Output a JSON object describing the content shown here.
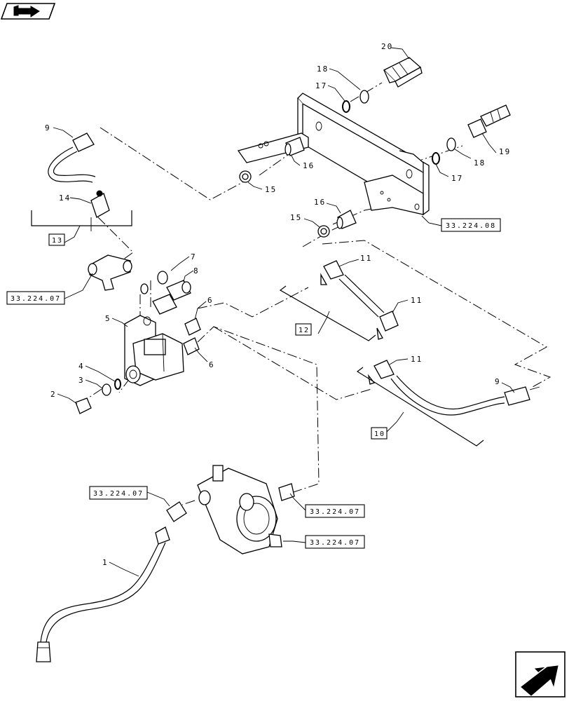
{
  "callouts": [
    {
      "id": "c1",
      "text": "1"
    },
    {
      "id": "c2",
      "text": "2"
    },
    {
      "id": "c3",
      "text": "3"
    },
    {
      "id": "c4",
      "text": "4"
    },
    {
      "id": "c5",
      "text": "5"
    },
    {
      "id": "c6a",
      "text": "6"
    },
    {
      "id": "c6b",
      "text": "6"
    },
    {
      "id": "c7",
      "text": "7"
    },
    {
      "id": "c8",
      "text": "8"
    },
    {
      "id": "c9a",
      "text": "9"
    },
    {
      "id": "c9b",
      "text": "9"
    },
    {
      "id": "c11a",
      "text": "11"
    },
    {
      "id": "c11b",
      "text": "11"
    },
    {
      "id": "c11c",
      "text": "11"
    },
    {
      "id": "c14",
      "text": "14"
    },
    {
      "id": "c15a",
      "text": "15"
    },
    {
      "id": "c15b",
      "text": "15"
    },
    {
      "id": "c16a",
      "text": "16"
    },
    {
      "id": "c16b",
      "text": "16"
    },
    {
      "id": "c17a",
      "text": "17"
    },
    {
      "id": "c17b",
      "text": "17"
    },
    {
      "id": "c18a",
      "text": "18"
    },
    {
      "id": "c18b",
      "text": "18"
    },
    {
      "id": "c19",
      "text": "19"
    },
    {
      "id": "c20",
      "text": "20"
    }
  ],
  "assembly_boxes": [
    {
      "id": "a10",
      "text": "10"
    },
    {
      "id": "a12",
      "text": "12"
    },
    {
      "id": "a13",
      "text": "13"
    }
  ],
  "references": [
    {
      "id": "r1",
      "text": "33.224.08"
    },
    {
      "id": "r2",
      "text": "33.224.07"
    },
    {
      "id": "r3",
      "text": "33.224.07"
    },
    {
      "id": "r4",
      "text": "33.224.07"
    },
    {
      "id": "r5",
      "text": "33.224.07"
    }
  ],
  "icons": {
    "top_left": "book-arrow-icon",
    "bottom_right": "exit-arrow-icon"
  }
}
